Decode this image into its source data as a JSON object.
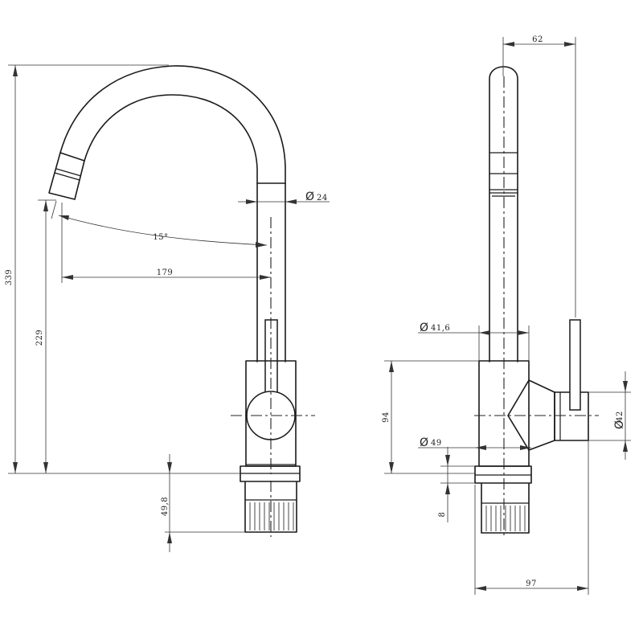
{
  "dimensions": {
    "overall_height": "339",
    "spout_outlet_height": "229",
    "base_thread_length": "49,8",
    "spout_reach": "179",
    "spout_angle": "15°",
    "spout_diameter": "24",
    "side_top_width": "62",
    "body_diameter": "41,6",
    "body_height": "94",
    "base_diameter": "49",
    "base_ring_height": "8",
    "handle_diameter": "42",
    "side_total_width": "97"
  },
  "symbols": {
    "diameter": "Ø"
  }
}
